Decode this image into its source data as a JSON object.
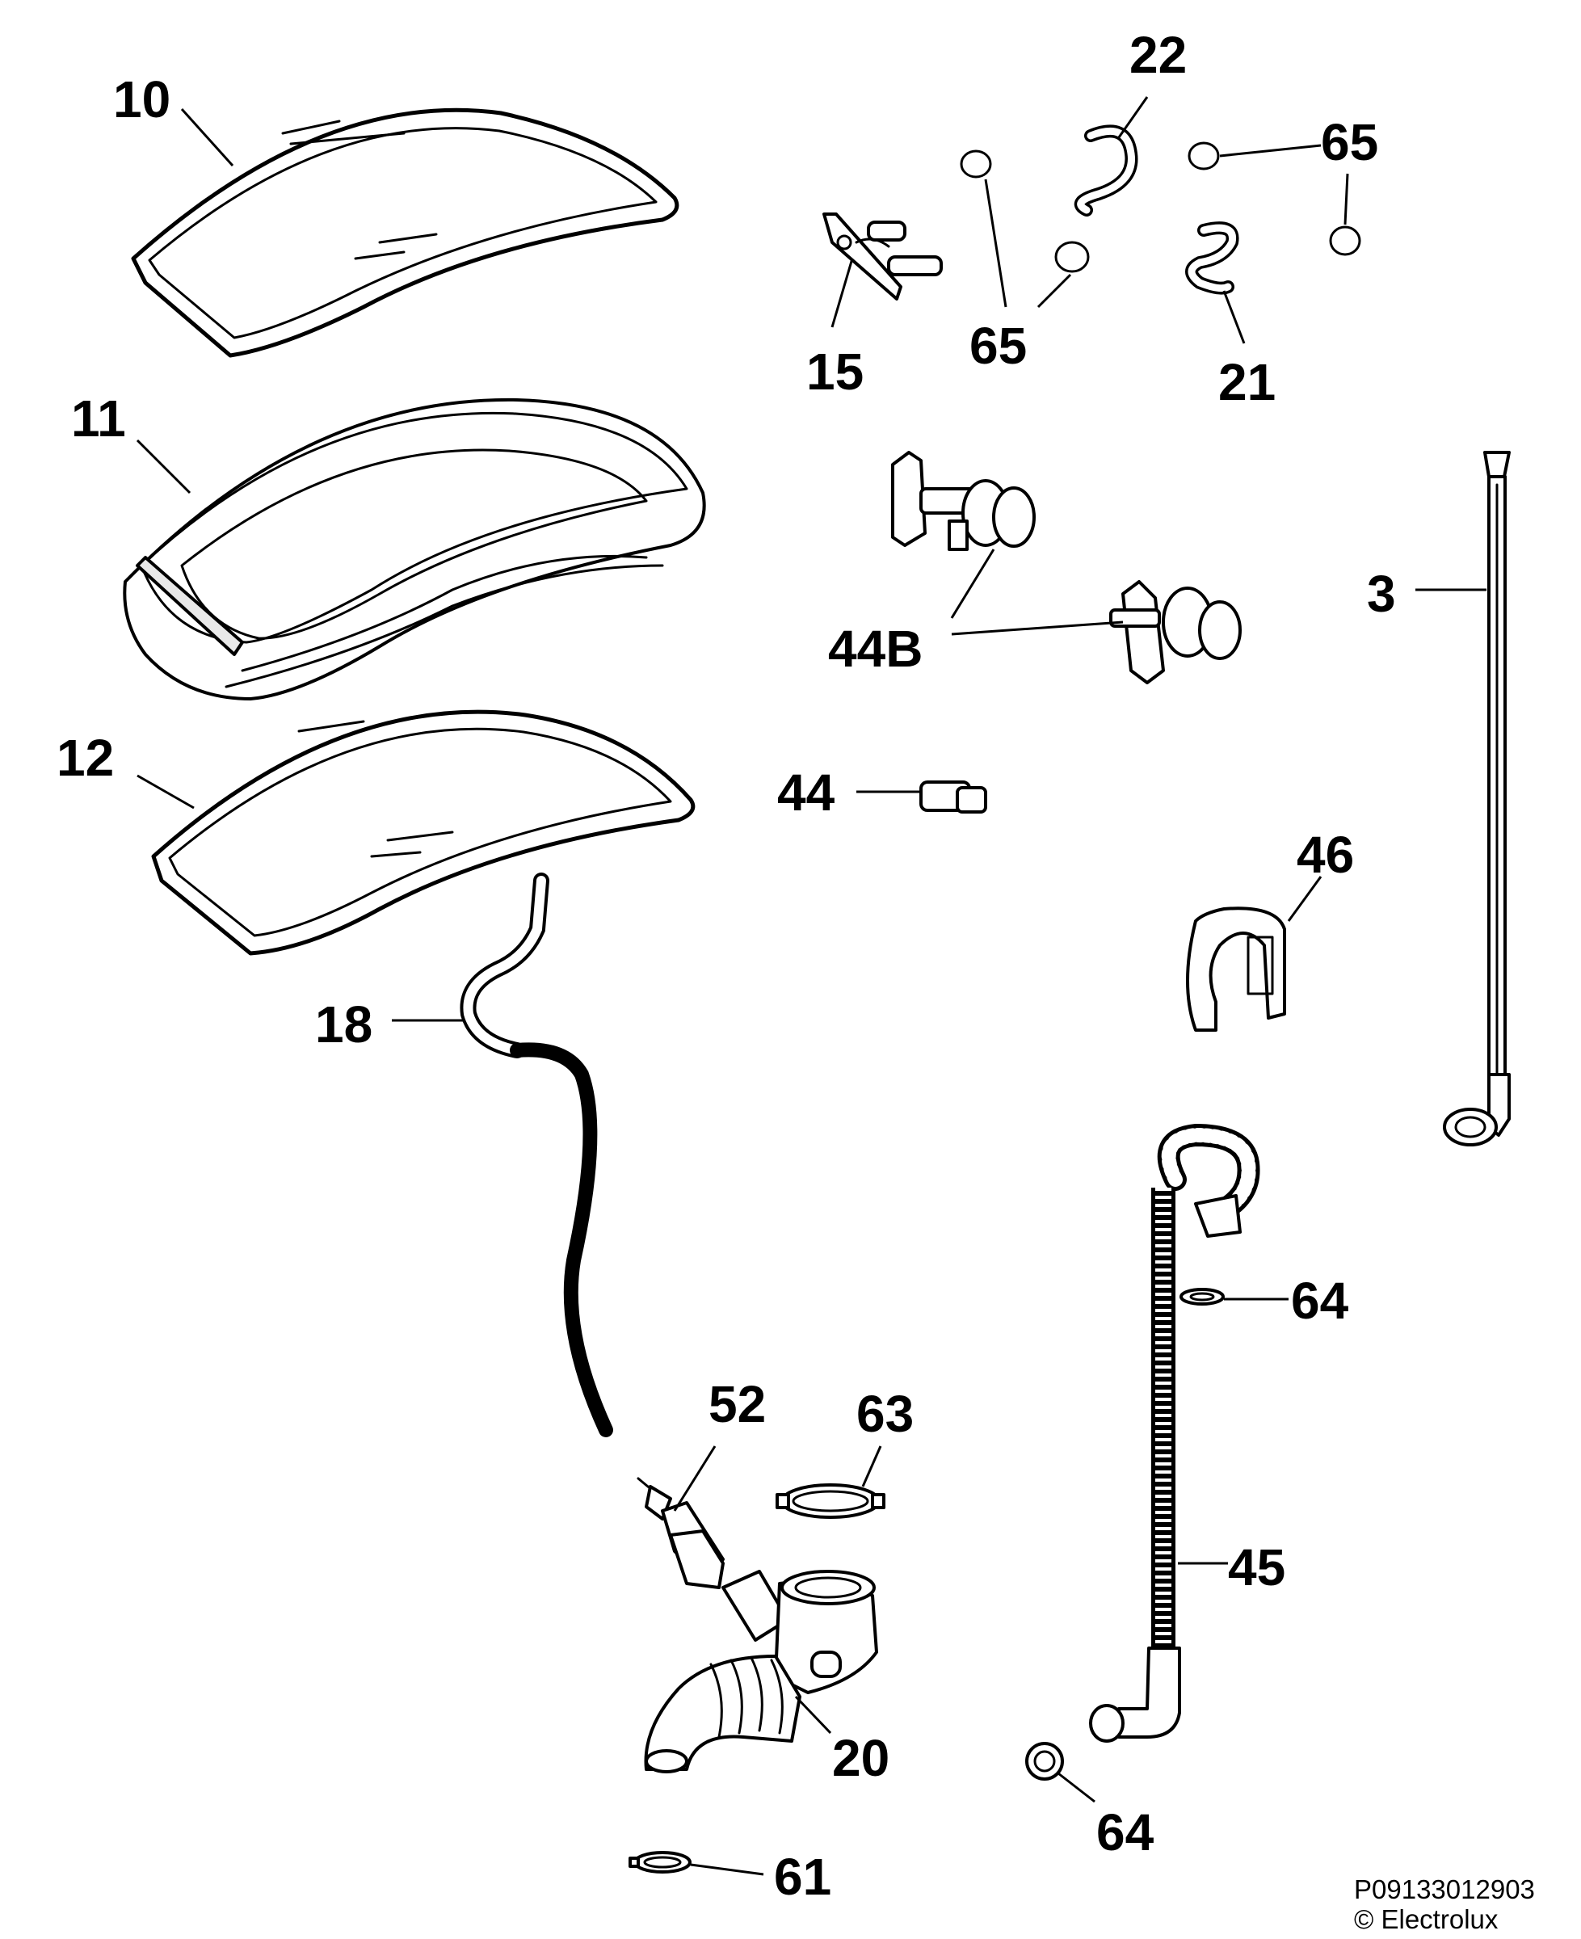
{
  "callouts": {
    "p10": "10",
    "p11": "11",
    "p12": "12",
    "p15": "15",
    "p22": "22",
    "p21": "21",
    "p65a": "65",
    "p65b": "65",
    "p44b": "44B",
    "p44": "44",
    "p46": "46",
    "p3": "3",
    "p18": "18",
    "p52": "52",
    "p63": "63",
    "p20": "20",
    "p45": "45",
    "p64a": "64",
    "p64b": "64",
    "p61": "61"
  },
  "footer": {
    "code": "P09133012903",
    "copyright": "© Electrolux"
  }
}
